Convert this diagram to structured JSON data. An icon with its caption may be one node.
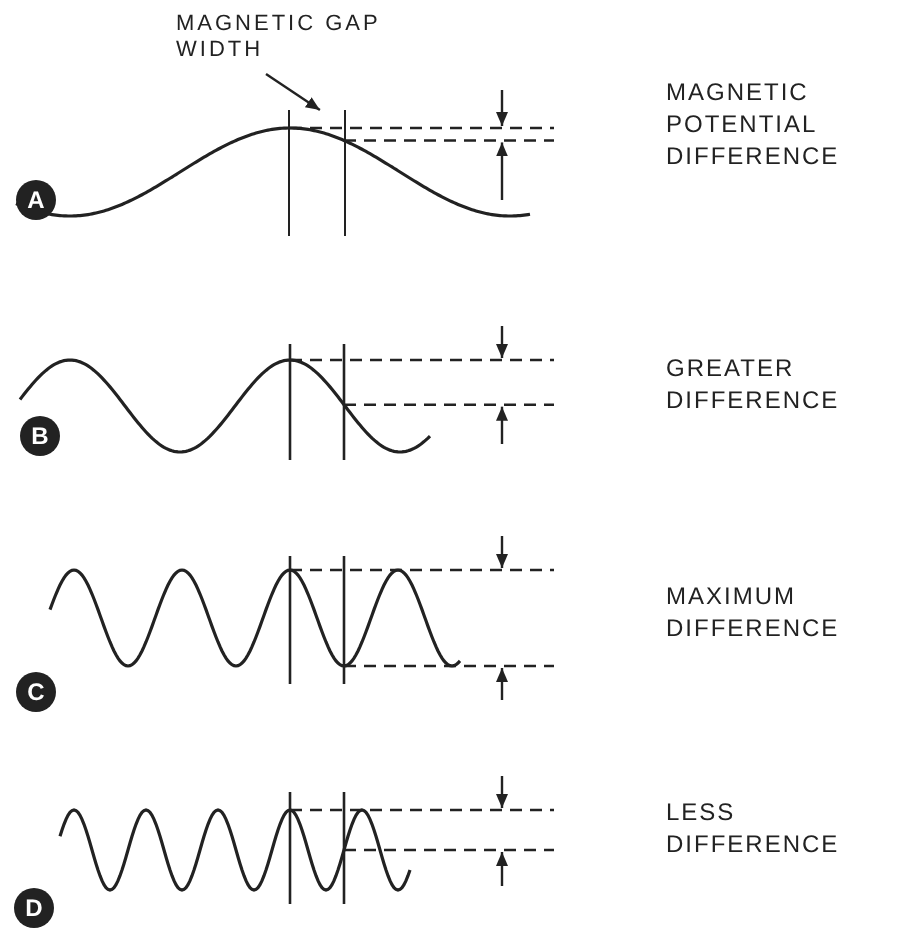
{
  "diagram": {
    "nodes": [
      {
        "text": [
          "MAGNETIC GAP WIDTH"
        ]
      },
      {
        "text": [],
        "shape": "box"
      },
      {
        "text": [
          "A"
        ]
      },
      {
        "text": [
          "B"
        ]
      },
      {
        "text": [
          "C"
        ]
      },
      {
        "text": [
          "D"
        ]
      }
    ],
    "edges": [
      {
        "from": 0,
        "to": 1,
        "arrow": "to"
      }
    ],
    "labels": [
      "MAGNETIC POTENTIAL DIFFERENCE",
      "GREATER DIFFERENCE",
      "MAXIMUM DIFFERENCE",
      "LESS DIFFERENCE"
    ]
  }
}
